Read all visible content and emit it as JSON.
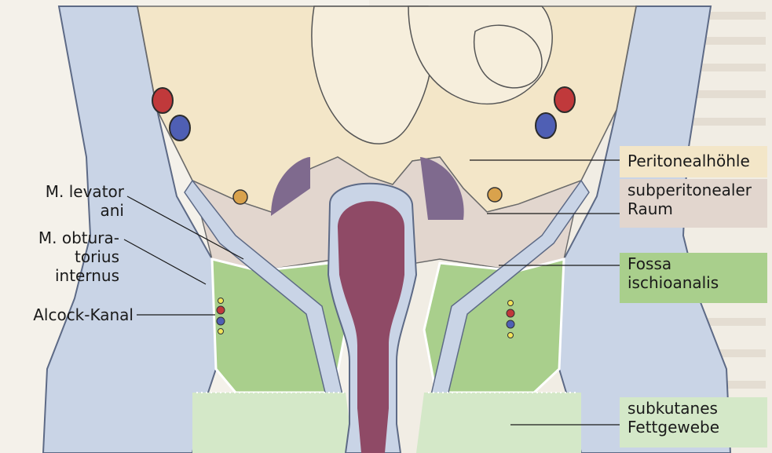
{
  "labels_left": {
    "levator": [
      "M. levator",
      "ani"
    ],
    "obturator": [
      "M. obtura-",
      "torius",
      "internus"
    ],
    "alcock": "Alcock-Kanal"
  },
  "labels_right": {
    "peritoneal": "Peritonealhöhle",
    "subperitoneal": [
      "subperitonealer",
      "Raum"
    ],
    "fossa": [
      "Fossa",
      "ischioanalis"
    ],
    "subcutaneous": [
      "subkutanes",
      "Fettgewebe"
    ]
  },
  "colors": {
    "peritoneal": "#f3e6c8",
    "subperitoneal": "#e2d6ce",
    "fossa": "#a9cf8c",
    "subcutaneous": "#d4e8c8",
    "muscle": "#c9d4e6",
    "rectum": "#8f4a66",
    "artery": "#c0393b",
    "vein": "#4f5fb4"
  }
}
